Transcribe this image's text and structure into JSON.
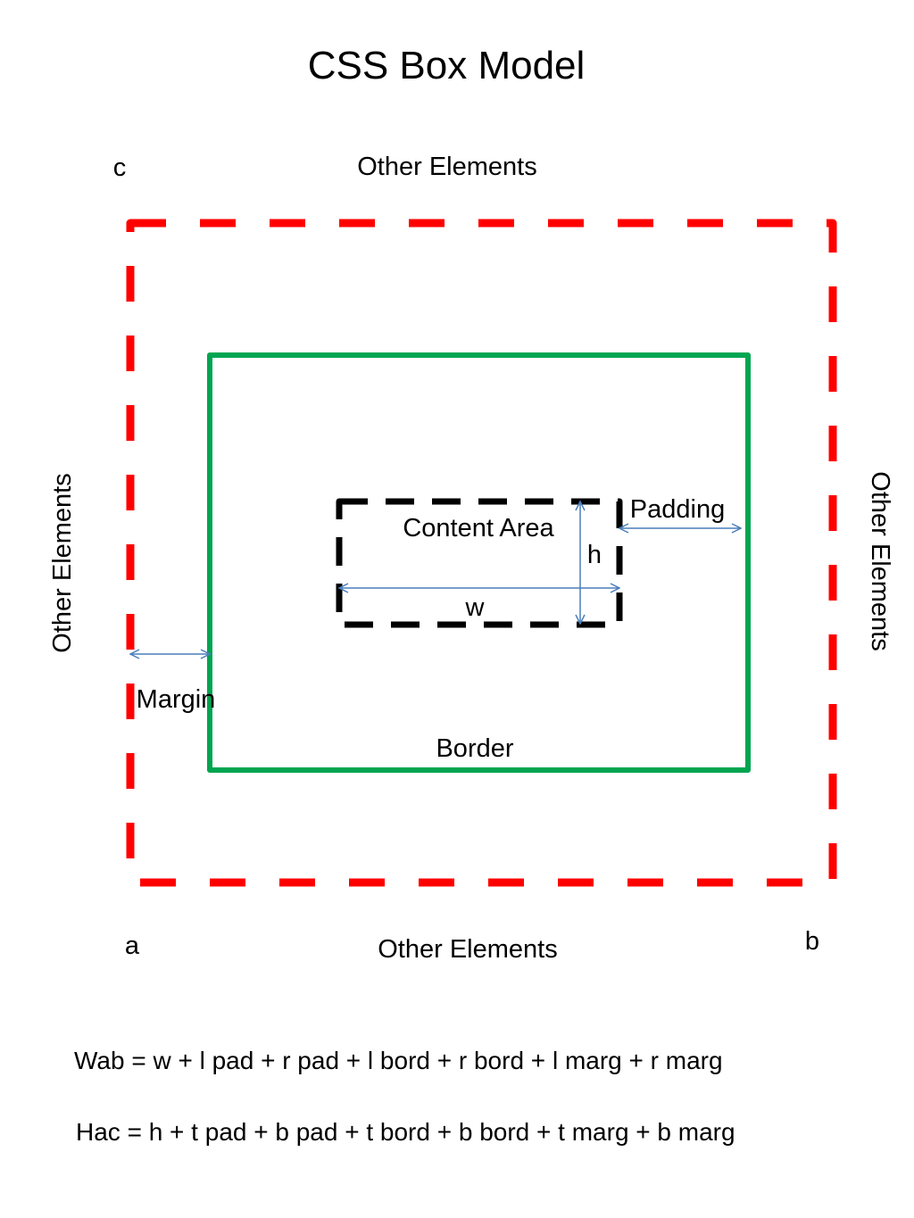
{
  "title": "CSS Box Model",
  "corners": {
    "a": "a",
    "b": "b",
    "c": "c"
  },
  "neighbors": {
    "top": "Other Elements",
    "bottom": "Other Elements",
    "left": "Other Elements",
    "right": "Other Elements"
  },
  "labels": {
    "content": "Content Area",
    "padding": "Padding",
    "margin": "Margin",
    "border": "Border",
    "width": "w",
    "height": "h"
  },
  "formulas": {
    "width": "Wab = w + l pad + r pad + l bord + r bord + l marg + r marg",
    "height": "Hac = h + t pad + b pad + t bord + b bord + t marg + b marg"
  },
  "colors": {
    "margin_box": "#ff0000",
    "border_box": "#00a550",
    "content_box": "#000000",
    "dimension_arrows": "#4a7ebb"
  }
}
